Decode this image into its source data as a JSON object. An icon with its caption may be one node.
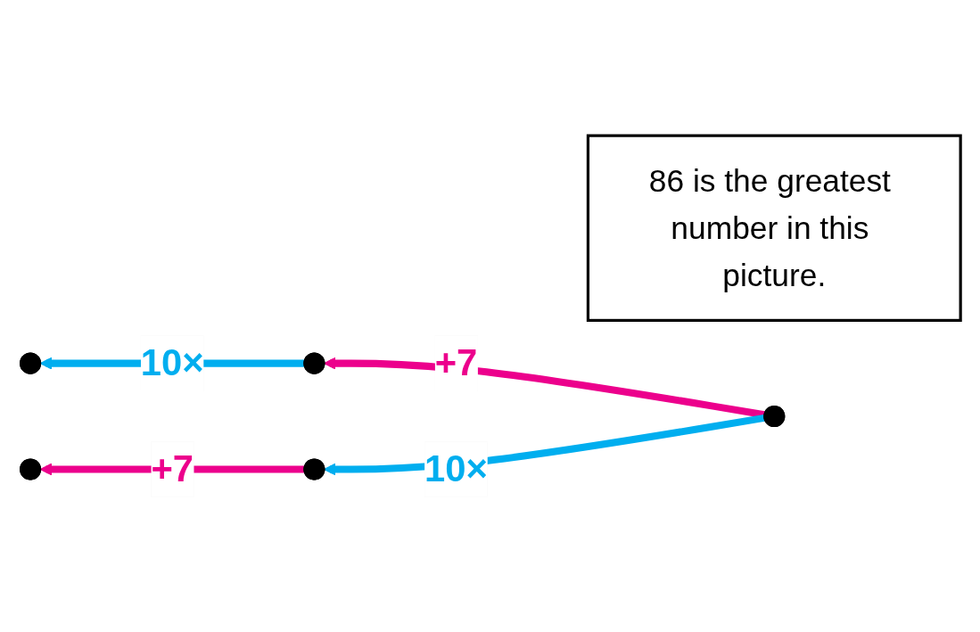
{
  "diagram": {
    "nodes": [
      {
        "text": [],
        "shape": "circle"
      },
      {
        "text": [],
        "shape": "circle"
      },
      {
        "text": [
          "86 is the greatest number in this picture."
        ]
      },
      {
        "text": [],
        "shape": "circle"
      },
      {
        "text": [],
        "shape": "circle"
      },
      {
        "text": [],
        "shape": "circle"
      }
    ],
    "edges": [
      {
        "from": 1,
        "to": 0,
        "arrow": "to",
        "label": "10×",
        "color": "#00aeef"
      },
      {
        "from": 3,
        "to": 1,
        "arrow": "to",
        "label": "+7",
        "color": "#ec008c"
      },
      {
        "from": 3,
        "to": 5,
        "arrow": "to",
        "label": "10×",
        "color": "#00aeef"
      },
      {
        "from": 5,
        "to": 4,
        "arrow": "to",
        "label": "+7",
        "color": "#ec008c"
      }
    ]
  }
}
